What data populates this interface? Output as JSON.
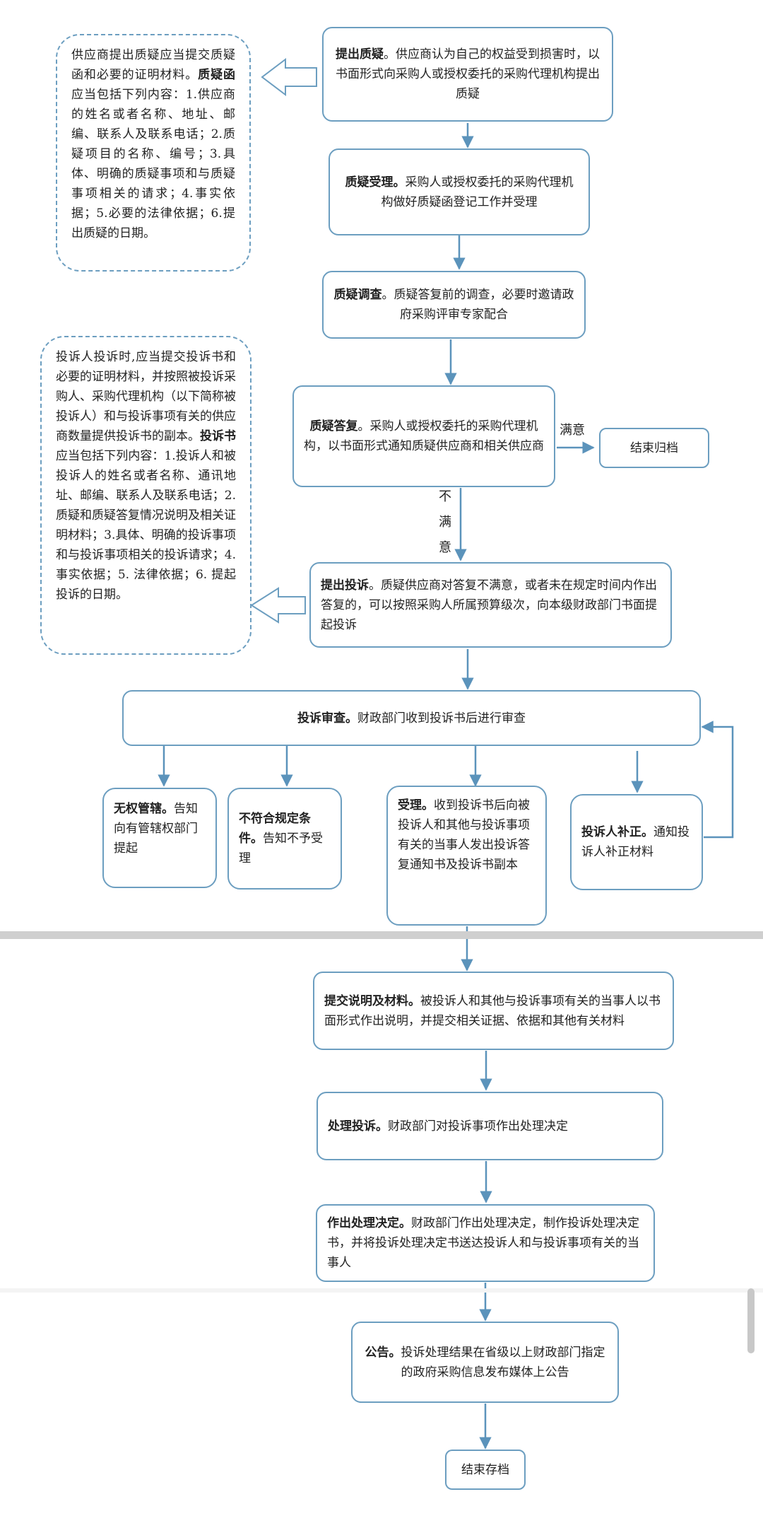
{
  "steps": {
    "s1": {
      "title": "提出质疑",
      "text": "。供应商认为自己的权益受到损害时，以书面形式向采购人或授权委托的采购代理机构提出质疑"
    },
    "s2": {
      "title": "质疑受理。",
      "text": "采购人或授权委托的采购代理机构做好质疑函登记工作并受理"
    },
    "s3": {
      "title": "质疑调查",
      "text": "。质疑答复前的调查，必要时邀请政府采购评审专家配合"
    },
    "s4": {
      "title": "质疑答复",
      "text": "。采购人或授权委托的采购代理机构，以书面形式通知质疑供应商和相关供应商"
    },
    "end1": {
      "text": "结束归档"
    },
    "s5": {
      "title": "提出投诉",
      "text": "。质疑供应商对答复不满意，或者未在规定时间内作出答复的，可以按照采购人所属预算级次，向本级财政部门书面提起投诉"
    },
    "s6": {
      "title": "投诉审查。",
      "text": "财政部门收到投诉书后进行审查"
    },
    "b1": {
      "title": "无权管辖。",
      "text": "告知向有管辖权部门提起"
    },
    "b2": {
      "title": "不符合规定条件。",
      "text": "告知不予受理"
    },
    "b3": {
      "title": "受理。",
      "text": "收到投诉书后向被投诉人和其他与投诉事项有关的当事人发出投诉答复通知书及投诉书副本"
    },
    "b4": {
      "title": "投诉人补正。",
      "text": "通知投诉人补正材料"
    },
    "s7": {
      "title": "提交说明及材料。",
      "text": "被投诉人和其他与投诉事项有关的当事人以书面形式作出说明，并提交相关证据、依据和其他有关材料"
    },
    "s8": {
      "title": "处理投诉。",
      "text": "财政部门对投诉事项作出处理决定"
    },
    "s9": {
      "title": "作出处理决定。",
      "text": "财政部门作出处理决定，制作投诉处理决定书，并将投诉处理决定书送达投诉人和与投诉事项有关的当事人"
    },
    "s10": {
      "title": "公告。",
      "text": "投诉处理结果在省级以上财政部门指定的政府采购信息发布媒体上公告"
    },
    "end2": {
      "text": "结束存档"
    }
  },
  "labels": {
    "satisfied": "满意",
    "unsatisfied": "不满意",
    "unsatisfied_chars": [
      "不",
      "满",
      "意"
    ]
  },
  "notes": {
    "n1": {
      "p1": "供应商提出质疑应当提交质疑函和必要的证明材料。",
      "title": "质疑函",
      "p2": "应当包括下列内容：1.供应商的姓名或者名称、地址、邮编、联系人及联系电话；2.质疑项目的名称、编号；3.具体、明确的质疑事项和与质疑事项相关的请求；4.事实依据；5.必要的法律依据；6.提出质疑的日期。"
    },
    "n2": {
      "p1": "投诉人投诉时,应当提交投诉书和必要的证明材料，并按照被投诉采购人、采购代理机构（以下简称被投诉人）和与投诉事项有关的供应商数量提供投诉书的副本。",
      "title": "投诉书",
      "p2": "应当包括下列内容：1.投诉人和被投诉人的姓名或者名称、通讯地址、邮编、联系人及联系电话；2.质疑和质疑答复情况说明及相关证明材料；3.具体、明确的投诉事项和与投诉事项相关的投诉请求；4.事实依据；5. 法律依据；6. 提起投诉的日期。"
    }
  },
  "colors": {
    "border": "#6c9ec0",
    "arrow": "#5b93bb"
  }
}
